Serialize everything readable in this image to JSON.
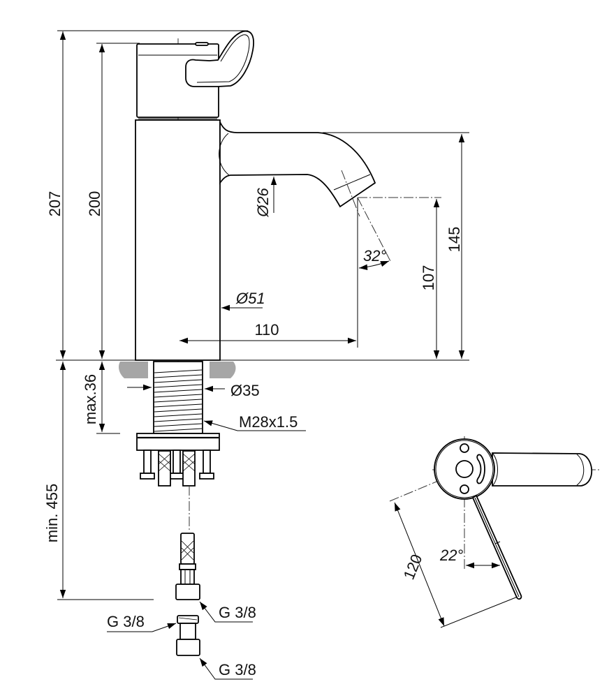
{
  "drawing": {
    "title": "Basin mixer dimension drawing",
    "units": "mm"
  },
  "dimensions": {
    "overall_height": "207",
    "body_height": "200",
    "spout_height": "145",
    "outlet_height": "107",
    "spout_reach": "110",
    "body_diameter": "Ø51",
    "spout_diameter": "Ø26",
    "outlet_angle": "32°",
    "deck_thickness": "max.36",
    "hole_diameter": "Ø35",
    "thread": "M28x1.5",
    "hose_length": "min. 455",
    "hose_connection": "G 3/8",
    "adapter_inlet": "G 3/8",
    "adapter_outlet": "G 3/8",
    "lever_length": "120",
    "lever_angle": "22°"
  },
  "colors": {
    "line": "#000000",
    "countertop": "#a6a6a6",
    "background": "#ffffff"
  }
}
